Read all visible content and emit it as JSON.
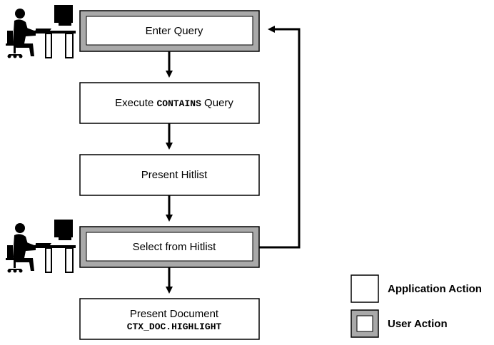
{
  "steps": {
    "enter_query": {
      "label": "Enter Query",
      "kind": "user"
    },
    "execute_query": {
      "label_before": "Execute ",
      "label_code": "CONTAINS",
      "label_after": " Query",
      "kind": "application"
    },
    "present_hitlist": {
      "label": "Present Hitlist",
      "kind": "application"
    },
    "select_from_hitlist": {
      "label": "Select from Hitlist",
      "kind": "user"
    },
    "present_document": {
      "label": "Present Document",
      "code": "CTX_DOC.HIGHLIGHT",
      "kind": "application"
    }
  },
  "legend": {
    "application_action": "Application Action",
    "user_action": "User Action"
  },
  "icons": {
    "user_icon": "person-at-computer-icon"
  },
  "colors": {
    "stroke": "#000000",
    "user_border_gray": "#a9a9a9",
    "fill": "#ffffff"
  }
}
